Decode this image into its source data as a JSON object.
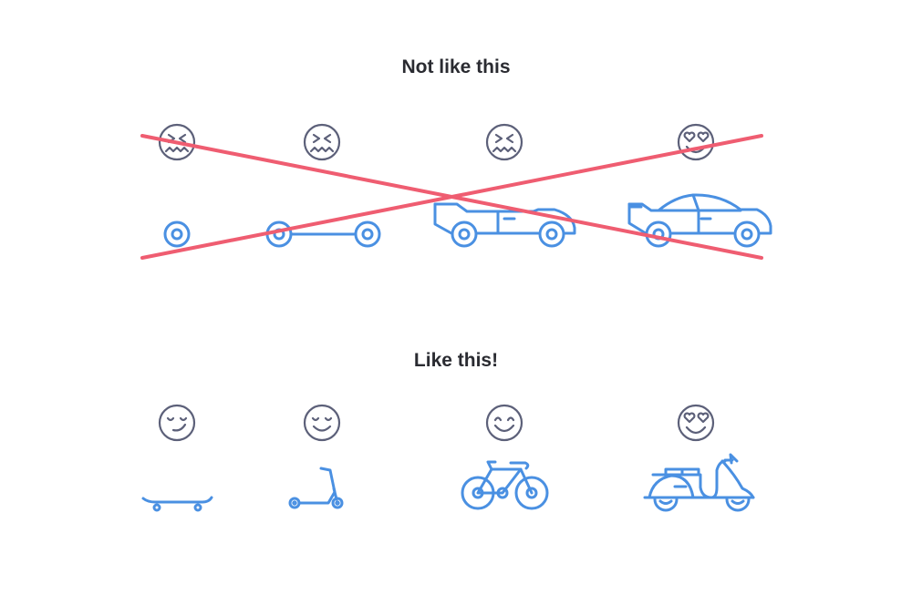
{
  "top_section": {
    "title": "Not like this",
    "faces": [
      "confounded-face",
      "confounded-face",
      "confounded-face",
      "heart-eyes-face"
    ],
    "vehicles": [
      "wheel",
      "wheels-with-axle",
      "car-without-roof",
      "car"
    ],
    "crossed_out": true
  },
  "bottom_section": {
    "title": "Like this!",
    "faces": [
      "relieved-smirk-face",
      "content-face",
      "grinning-face",
      "heart-eyes-face"
    ],
    "vehicles": [
      "skateboard",
      "kick-scooter",
      "bicycle",
      "motor-scooter"
    ]
  },
  "colors": {
    "title": "#2a2b31",
    "face_stroke": "#5c6079",
    "vehicle_stroke": "#4a90e2",
    "cross": "#ef5d71"
  }
}
